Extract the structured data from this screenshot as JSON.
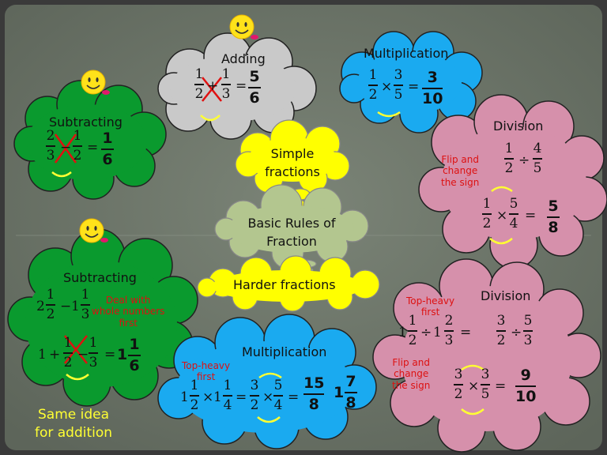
{
  "slide": {
    "center": {
      "simple": "Simple\nfractions",
      "basic": "Basic Rules of\nFraction",
      "harder": "Harder fractions"
    },
    "note": "Same idea\nfor addition"
  },
  "clouds": {
    "adding": {
      "title": "Adding",
      "a": "1",
      "b": "2",
      "op": "+",
      "c": "1",
      "d": "3",
      "eq": "=",
      "rn": "5",
      "rd": "6"
    },
    "multiplication_simple": {
      "title": "Multiplication",
      "a": "1",
      "b": "2",
      "op": "×",
      "c": "3",
      "d": "5",
      "eq": "=",
      "rn": "3",
      "rd": "10"
    },
    "subtracting_simple": {
      "title": "Subtracting",
      "a": "2",
      "b": "3",
      "op": "−",
      "c": "1",
      "d": "2",
      "eq": "=",
      "rn": "1",
      "rd": "6"
    },
    "division_simple": {
      "title": "Division",
      "note": "Flip and\nchange\nthe sign",
      "a": "1",
      "b": "2",
      "op1": "÷",
      "c": "4",
      "d": "5",
      "e": "1",
      "f": "2",
      "op2": "×",
      "g": "5",
      "h": "4",
      "eq": "=",
      "rn": "5",
      "rd": "8"
    },
    "subtracting_hard": {
      "title": "Subtracting",
      "note": "Deal with\nwhole numbers\nfirst",
      "w1": "2",
      "a": "1",
      "b": "2",
      "op1": "−",
      "w2": "1",
      "c": "1",
      "d": "3",
      "w3": "1",
      "plus": "+",
      "e": "1",
      "f": "2",
      "op2": "−",
      "g": "1",
      "h": "3",
      "eq": "=",
      "rw": "1",
      "rn": "1",
      "rd": "6"
    },
    "multiplication_hard": {
      "title": "Multiplication",
      "note": "Top-heavy\nfirst",
      "w1": "1",
      "a": "1",
      "b": "2",
      "op1": "×",
      "w2": "1",
      "c": "1",
      "d": "4",
      "eq1": "=",
      "e": "3",
      "f": "2",
      "op2": "×",
      "g": "5",
      "h": "4",
      "eq2": "=",
      "rn": "15",
      "rd": "8",
      "rw": "1",
      "sn": "7",
      "sd": "8"
    },
    "division_hard": {
      "title": "Division",
      "note1": "Top-heavy\nfirst",
      "note2": "Flip and\nchange\nthe sign",
      "w1": "1",
      "a": "1",
      "b": "2",
      "op1": "÷",
      "w2": "1",
      "c": "2",
      "d": "3",
      "eq1": "=",
      "e": "3",
      "f": "2",
      "op2": "÷",
      "g": "5",
      "h": "3",
      "i": "3",
      "j": "2",
      "op3": "×",
      "k": "3",
      "l": "5",
      "eq2": "=",
      "rn": "9",
      "rd": "10"
    }
  },
  "colors": {
    "background": "#6d7569",
    "green": "#0a9a2e",
    "gray_cloud": "#c9c9c9",
    "blue": "#1aaaf0",
    "pink": "#d690ab",
    "yellow": "#ffff00",
    "olive_cloud": "#b3c68f",
    "red": "#dd1111",
    "note_yellow": "#ffff33"
  },
  "icons": [
    "smiley-icon",
    "cross-mark-icon",
    "smile-arc-icon",
    "lips-icon"
  ]
}
